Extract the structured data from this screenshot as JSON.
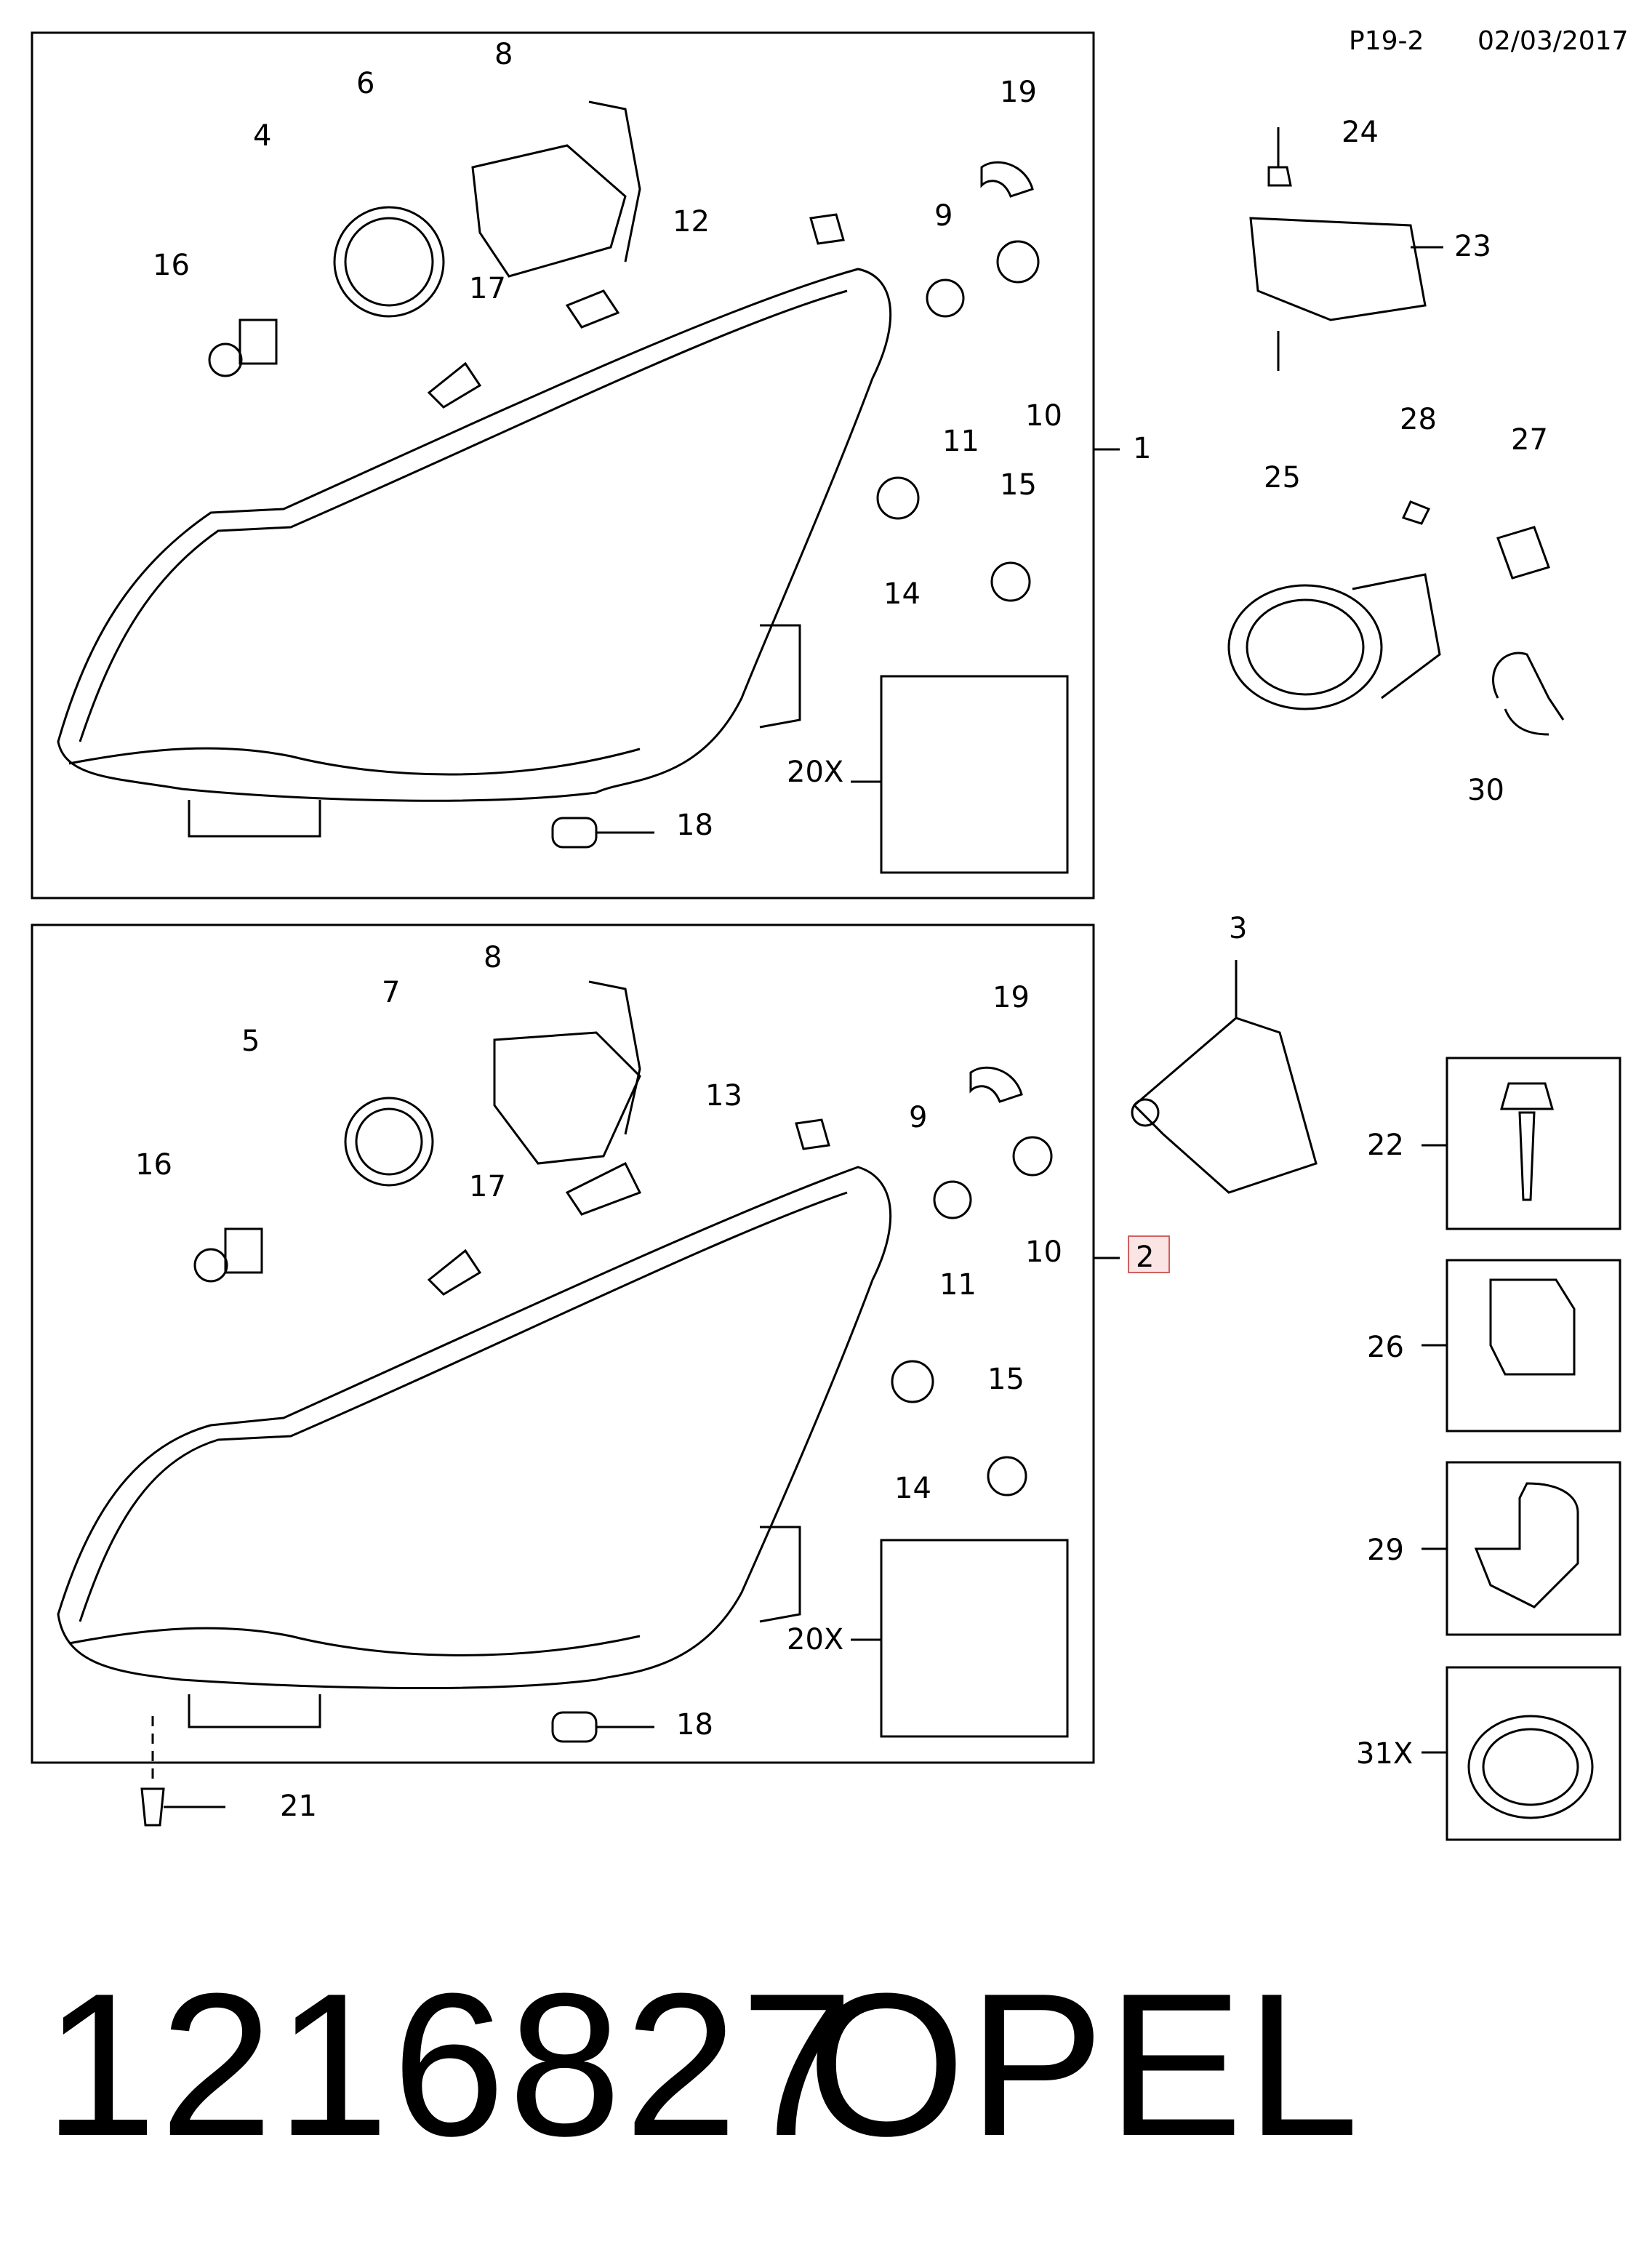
{
  "header": {
    "page_ref": "P19-2",
    "date": "02/03/2017"
  },
  "upper_assembly_labels": [
    "1",
    "4",
    "6",
    "8",
    "12",
    "16",
    "17",
    "19",
    "9",
    "11",
    "10",
    "14",
    "15",
    "20X",
    "18"
  ],
  "lower_assembly_labels": [
    "2",
    "3",
    "5",
    "7",
    "8",
    "13",
    "16",
    "17",
    "19",
    "9",
    "11",
    "10",
    "14",
    "15",
    "20X",
    "18",
    "21"
  ],
  "side_part_labels": [
    "22",
    "26",
    "29",
    "31X"
  ],
  "right_cluster_labels": [
    "23",
    "24",
    "25",
    "27",
    "28",
    "30"
  ],
  "footer": {
    "part_number": "1216827",
    "brand": "OPEL"
  }
}
